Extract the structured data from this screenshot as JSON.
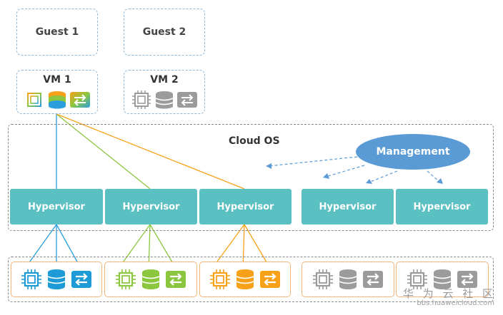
{
  "guests": [
    "Guest 1",
    "Guest 2"
  ],
  "vms": [
    {
      "label": "VM 1",
      "style": "gradient"
    },
    {
      "label": "VM 2",
      "style": "gray"
    }
  ],
  "cloud_os": {
    "label": "Cloud OS"
  },
  "management": {
    "label": "Management"
  },
  "hypervisors": [
    "Hypervisor",
    "Hypervisor",
    "Hypervisor",
    "Hypervisor",
    "Hypervisor"
  ],
  "hardware_groups": [
    {
      "color": "#1e9ad6"
    },
    {
      "color": "#8cc63f"
    },
    {
      "color": "#f7a11a"
    },
    {
      "color": "#9b9b9b"
    },
    {
      "color": "#9b9b9b"
    }
  ],
  "icons": [
    "cpu-icon",
    "storage-icon",
    "network-icon"
  ],
  "watermark": {
    "text": "华 为 云 社 区",
    "url": "bbs.huaweicloud.com"
  }
}
